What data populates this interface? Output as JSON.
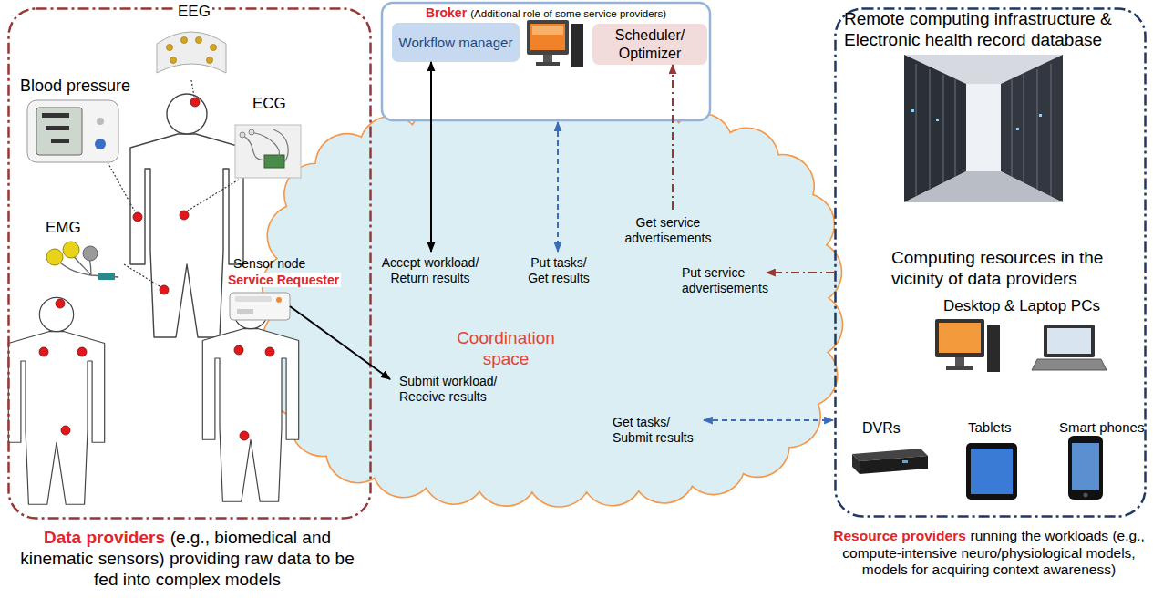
{
  "diagram": {
    "nodes": [
      {
        "text": [
          "Data providers",
          "(e.g., biomedical and kinematic sensors) providing raw data to be fed into complex models"
        ]
      },
      {
        "text": [
          "Sensor node",
          "Service Requester"
        ],
        "in": 0
      },
      {
        "text": [
          "Broker",
          "(Additional role of some service providers)"
        ]
      },
      {
        "text": [
          "Workflow manager"
        ],
        "in": 2
      },
      {
        "text": [
          "Scheduler/ Optimizer"
        ],
        "in": 2
      },
      {
        "text": [
          "Coordination space"
        ]
      },
      {
        "text": [
          "Resource providers",
          "running the workloads (e.g., compute-intensive neuro/physiological models, models for acquiring context awareness)"
        ]
      }
    ],
    "edges": [
      {
        "from": 1,
        "to": 5,
        "arrow": "to",
        "label": "Submit workload/ Receive results"
      },
      {
        "from": 3,
        "to": 5,
        "arrow": "both",
        "label": "Accept workload/ Return results"
      },
      {
        "from": 2,
        "to": 5,
        "arrow": "both",
        "label": "Put tasks/ Get results"
      },
      {
        "from": 5,
        "to": 4,
        "arrow": "to",
        "label": "Get service advertisements"
      },
      {
        "from": 6,
        "to": 5,
        "arrow": "to",
        "label": "Put service advertisements"
      },
      {
        "from": 5,
        "to": 6,
        "arrow": "both",
        "label": "Get tasks/ Submit results"
      }
    ],
    "labels": [
      "EEG",
      "Blood pressure",
      "ECG",
      "EMG",
      "Remote computing infrastructure & Electronic health record database",
      "Computing resources in the vicinity of data providers",
      "Desktop & Laptop PCs",
      "DVRs",
      "Tablets",
      "Smart phones"
    ]
  }
}
